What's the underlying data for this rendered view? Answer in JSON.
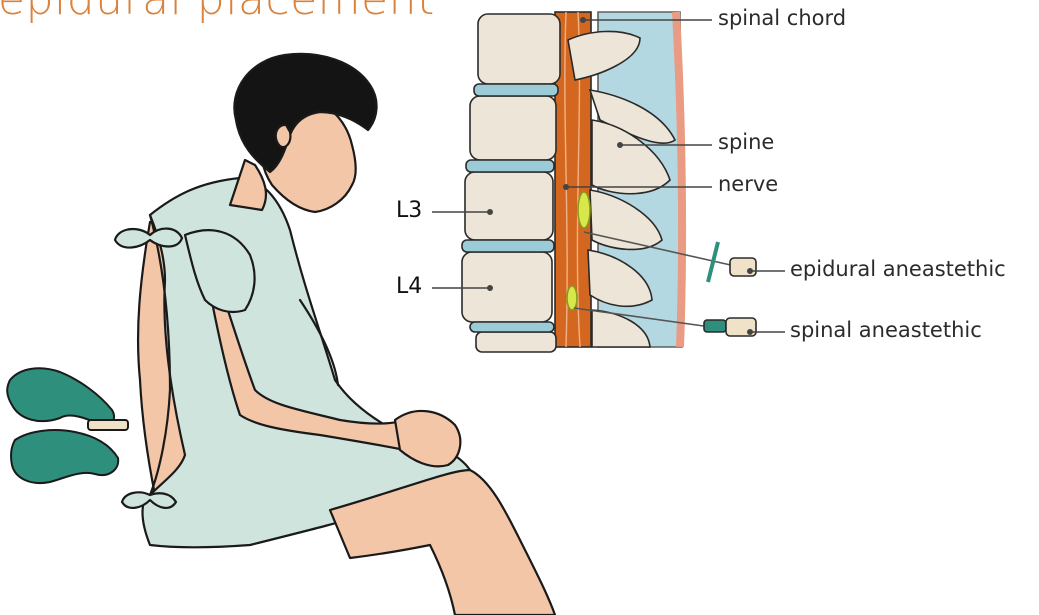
{
  "title": "epidural placement",
  "colors": {
    "title": "#d9823c",
    "skin": "#f4c6a8",
    "gown": "#cfe4dc",
    "hair": "#141414",
    "glove": "#2f8f7d",
    "bone": "#ede6d8",
    "disc": "#9ccbd8",
    "cord": "#d3671f",
    "anesthetic": "#d8e84a"
  },
  "labels": {
    "spinal_chord": "spinal chord",
    "spine": "spine",
    "nerve": "nerve",
    "epidural": "epidural aneastethic",
    "spinal": "spinal aneastethic",
    "l3": "L3",
    "l4": "L4"
  }
}
